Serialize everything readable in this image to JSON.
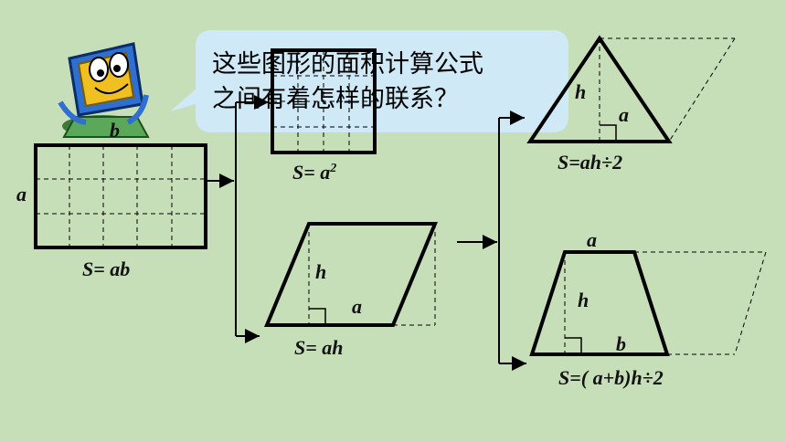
{
  "bubble": {
    "line1": "这些图形的面积计算公式",
    "line2": "之间有着怎样的联系？"
  },
  "rectangle": {
    "side_label": "a",
    "top_label": "b",
    "formula": "S= ab"
  },
  "square": {
    "formula_prefix": "S= a",
    "formula_exp": "2"
  },
  "parallelogram": {
    "height_label": "h",
    "base_label": "a",
    "formula": "S= ah"
  },
  "triangle": {
    "height_label": "h",
    "base_label": "a",
    "formula": "S=ah÷2"
  },
  "trapezoid": {
    "top_label": "a",
    "height_label": "h",
    "base_label": "b",
    "formula": "S=( a+b)h÷2"
  },
  "colors": {
    "background": "#c7dfb8",
    "bubble": "#cfe9f7",
    "stroke": "#000000"
  }
}
